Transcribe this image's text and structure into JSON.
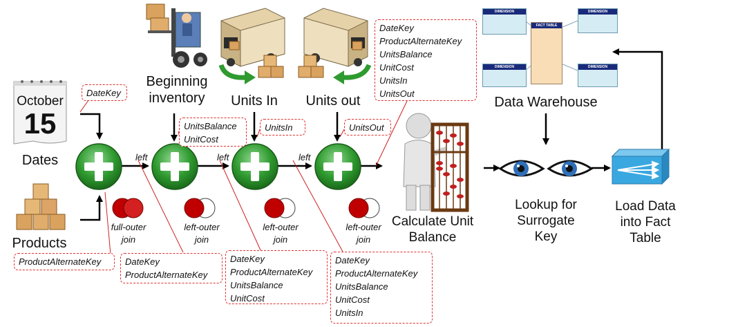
{
  "sources": {
    "calendar_month": "October",
    "calendar_day": "15",
    "dates": "Dates",
    "products": "Products",
    "beginning_inventory": [
      "Beginning",
      "inventory"
    ],
    "units_in": "Units In",
    "units_out": "Units out"
  },
  "merges": {
    "left1": "left",
    "left2": "left",
    "left3": "left"
  },
  "joins": [
    {
      "line1": "full-outer",
      "line2": "join"
    },
    {
      "line1": "left-outer",
      "line2": "join"
    },
    {
      "line1": "left-outer",
      "line2": "join"
    },
    {
      "line1": "left-outer",
      "line2": "join"
    }
  ],
  "field_boxes": {
    "datekey": [
      "DateKey"
    ],
    "productkey": [
      "ProductAlternateKey"
    ],
    "inventory": [
      "UnitsBalance",
      "UnitCost"
    ],
    "unitsin": [
      "UnitsIn"
    ],
    "unitsout": [
      "UnitsOut"
    ],
    "after_join1": [
      "DateKey",
      "ProductAlternateKey"
    ],
    "after_join2": [
      "DateKey",
      "ProductAlternateKey",
      "UnitsBalance",
      "UnitCost"
    ],
    "after_join3": [
      "DateKey",
      "ProductAlternateKey",
      "UnitsBalance",
      "UnitCost",
      "UnitsIn"
    ],
    "after_join4": [
      "DateKey",
      "ProductAlternateKey",
      "UnitsBalance",
      "UnitCost",
      "UnitsIn",
      "UnitsOut"
    ]
  },
  "steps": {
    "calculate": [
      "Calculate Unit",
      "Balance"
    ],
    "lookup": [
      "Lookup for",
      "Surrogate",
      "Key"
    ],
    "load": [
      "Load Data",
      "into Fact",
      "Table"
    ],
    "warehouse": "Data Warehouse"
  },
  "warehouse_schema": {
    "dimension_label": "DIMENSION",
    "fact_label": "FACT TABLE"
  },
  "colors": {
    "plus_green": "#2f9a2f",
    "dashed_red": "#e03030",
    "venn_red": "#c00000",
    "switch_blue": "#39a8e0"
  }
}
